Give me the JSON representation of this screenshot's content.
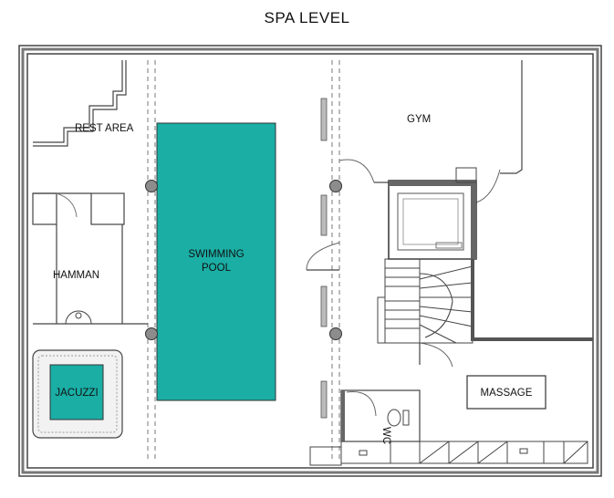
{
  "title": "SPA LEVEL",
  "rooms": {
    "rest_area": "REST AREA",
    "gym": "GYM",
    "pool_line1": "SWIMMING",
    "pool_line2": "POOL",
    "hamman": "HAMMAN",
    "jacuzzi": "JACUZZI",
    "massage": "MASSAGE",
    "wc": "WC"
  },
  "colors": {
    "water": "#1aaea5",
    "wall": "#555555",
    "line": "#333333",
    "column": "#8c8c8c"
  }
}
